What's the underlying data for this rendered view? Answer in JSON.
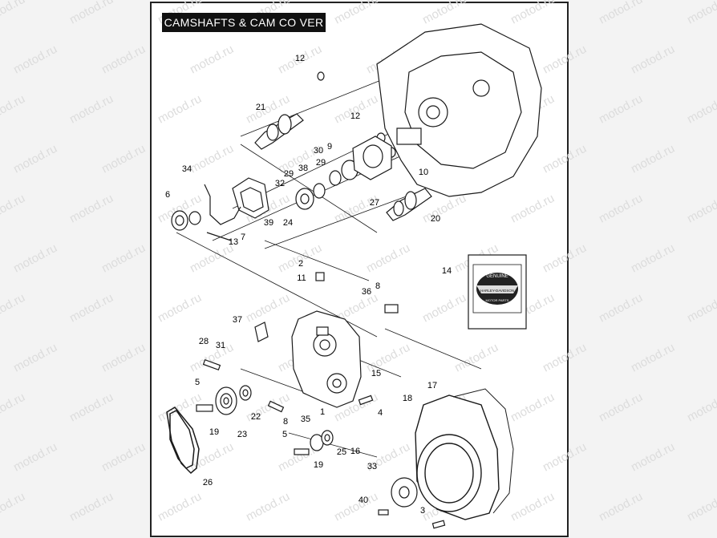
{
  "title": "CAMSHAFTS & CAM CO VER",
  "watermark": "motod.ru",
  "part_numbers": [
    "1",
    "2",
    "3",
    "4",
    "5",
    "5",
    "6",
    "7",
    "8",
    "8",
    "9",
    "10",
    "11",
    "12",
    "12",
    "13",
    "14",
    "15",
    "16",
    "17",
    "18",
    "19",
    "19",
    "20",
    "21",
    "22",
    "23",
    "24",
    "25",
    "26",
    "27",
    "28",
    "29",
    "29",
    "30",
    "31",
    "32",
    "33",
    "34",
    "35",
    "36",
    "37",
    "38",
    "39",
    "40"
  ],
  "badge": {
    "top_text": "GENUINE",
    "brand_text": "HARLEY-DAVIDSON",
    "bottom_text": "MOTOR PARTS"
  },
  "colors": {
    "line": "#1a1a1a",
    "title_bg": "#111111",
    "title_fg": "#ffffff",
    "watermark": "#dcdcdc"
  }
}
